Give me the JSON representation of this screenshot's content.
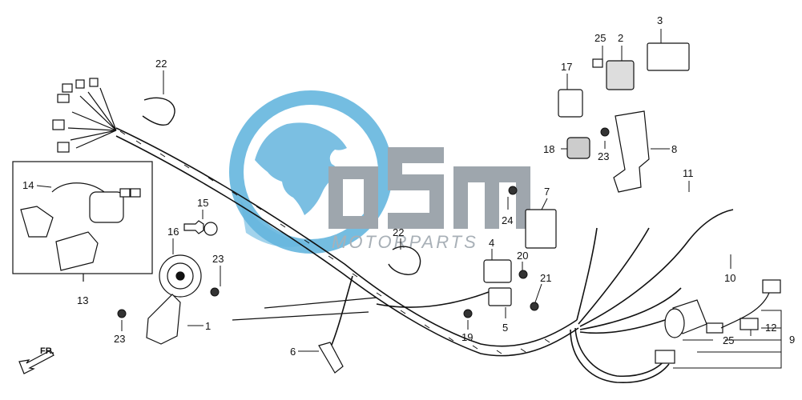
{
  "watermark": {
    "logo_text": "OSM",
    "sub_text": "MOTORPARTS",
    "globe_color": "#4aa8d8",
    "logo_color": "#8e979f"
  },
  "direction_label": "FR.",
  "callouts": {
    "p1": "1",
    "p2": "2",
    "p3": "3",
    "p4": "4",
    "p5": "5",
    "p6": "6",
    "p7": "7",
    "p8": "8",
    "p9": "9",
    "p10": "10",
    "p11": "11",
    "p12": "12",
    "p13": "13",
    "p14": "14",
    "p15": "15",
    "p16": "16",
    "p17": "17",
    "p18": "18",
    "p19": "19",
    "p20": "20",
    "p21": "21",
    "p22a": "22",
    "p22b": "22",
    "p23a": "23",
    "p23b": "23",
    "p23c": "23",
    "p24": "24",
    "p25a": "25",
    "p25b": "25"
  }
}
